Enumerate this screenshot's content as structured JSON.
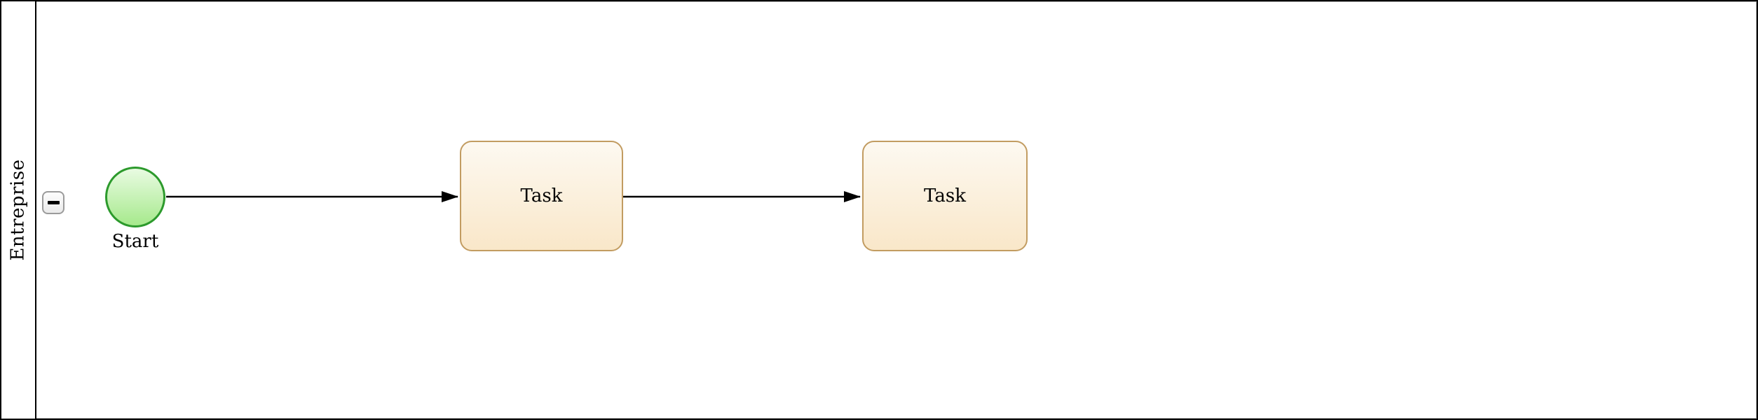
{
  "diagram": {
    "type": "bpmn-process",
    "pool": {
      "label": "Entreprise",
      "collapse_button_icon": "minus-icon"
    },
    "nodes": [
      {
        "id": "start",
        "type": "start-event",
        "label": "Start"
      },
      {
        "id": "task1",
        "type": "task",
        "label": "Task"
      },
      {
        "id": "task2",
        "type": "task",
        "label": "Task"
      }
    ],
    "edges": [
      {
        "from": "start",
        "to": "task1",
        "style": "sequence-flow-arrow"
      },
      {
        "from": "task1",
        "to": "task2",
        "style": "sequence-flow-arrow"
      }
    ],
    "colors": {
      "pool_border": "#000000",
      "lane_inner_border": "#b3b3b3",
      "start_event_border": "#2c9a2c",
      "start_event_fill_top": "#e9fbe2",
      "start_event_fill_bottom": "#a6e98c",
      "task_border": "#c29c61",
      "task_fill_top": "#fdf9f1",
      "task_fill_bottom": "#f9e7c9",
      "collapse_button_border": "#9b9b9b",
      "connector": "#000000",
      "text": "#000000"
    }
  }
}
